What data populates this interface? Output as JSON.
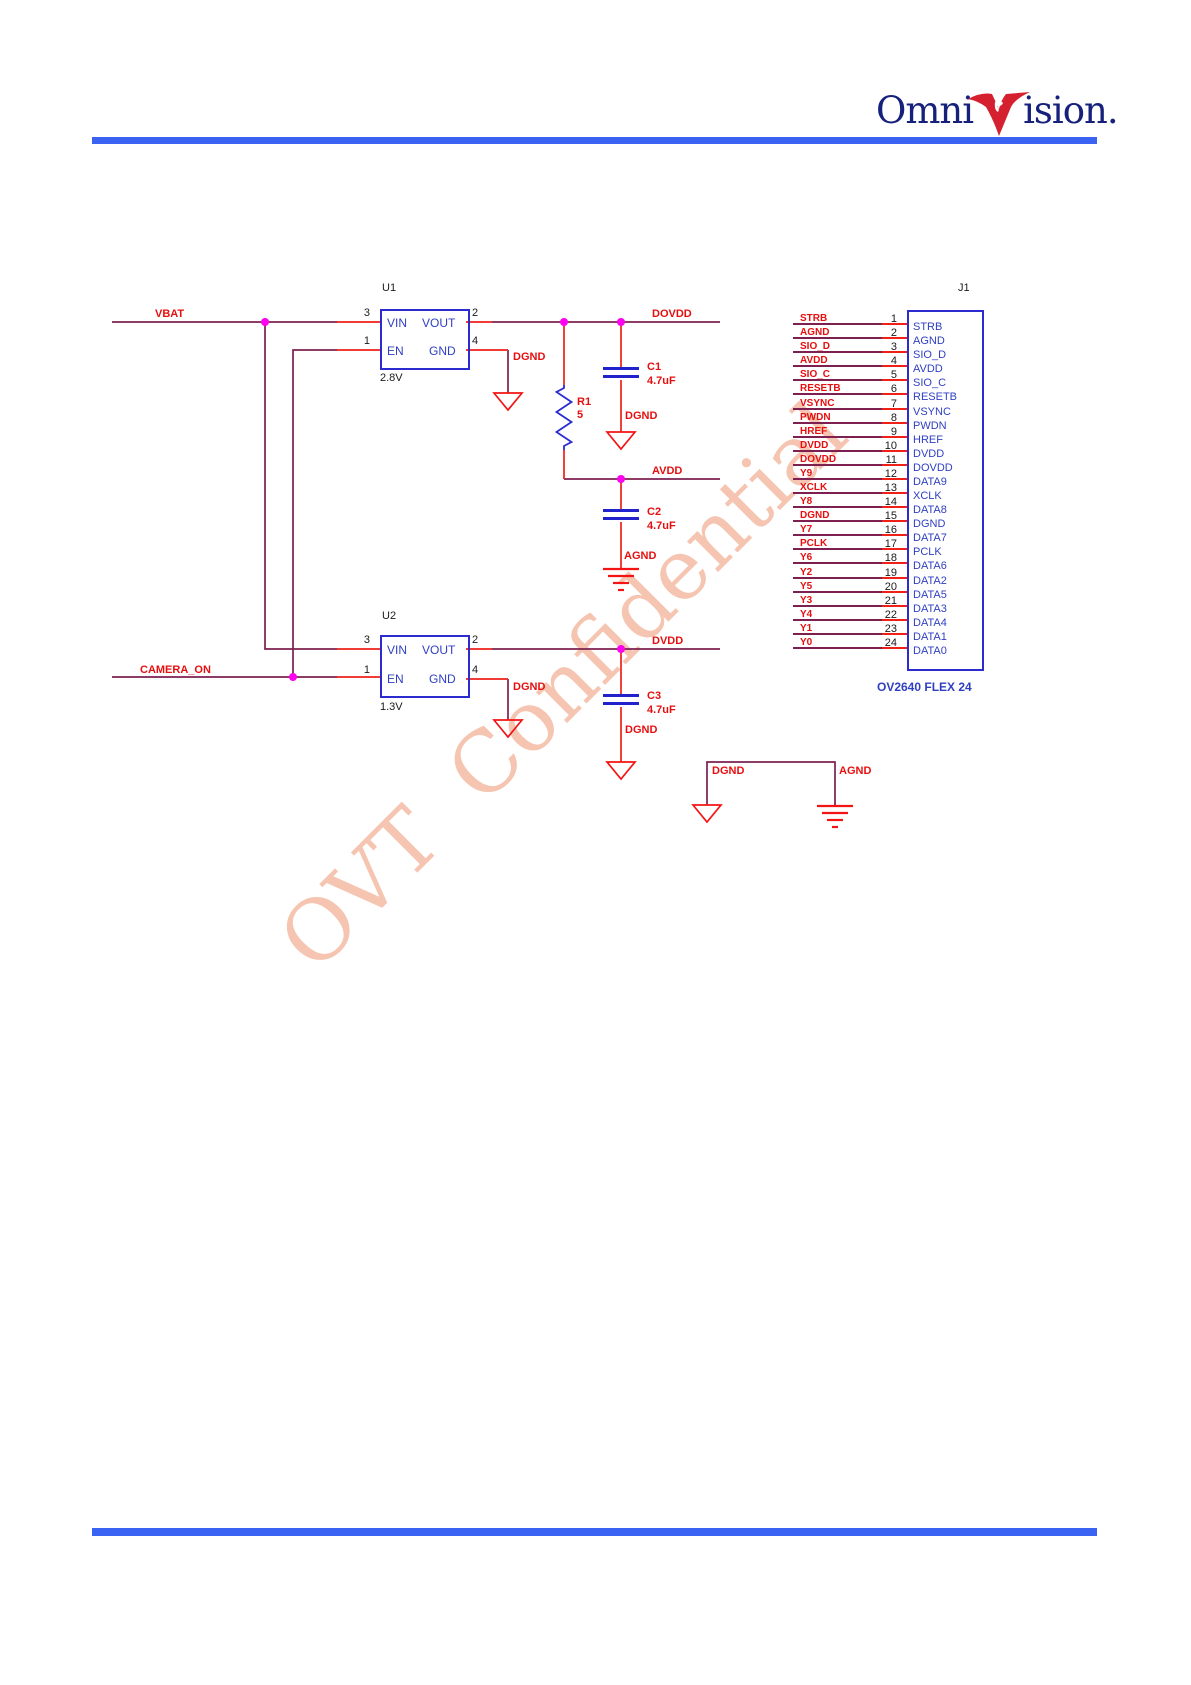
{
  "document": {
    "logo": {
      "text_left": "Omni",
      "mark": "V",
      "text_right": "ision."
    },
    "watermark": "OVT  Confidential"
  },
  "labels": {
    "vbat": "VBAT",
    "camera_on": "CAMERA_ON",
    "dovdd": "DOVDD",
    "avdd": "AVDD",
    "dvdd": "DVDD",
    "dgnd": "DGND",
    "agnd": "AGND"
  },
  "components": {
    "u1": {
      "ref": "U1",
      "value": "2.8V",
      "vin": "VIN",
      "vout": "VOUT",
      "en": "EN",
      "gnd": "GND",
      "pin_vin": "3",
      "pin_en": "1",
      "pin_vout": "2",
      "pin_gnd": "4"
    },
    "u2": {
      "ref": "U2",
      "value": "1.3V",
      "vin": "VIN",
      "vout": "VOUT",
      "en": "EN",
      "gnd": "GND",
      "pin_vin": "3",
      "pin_en": "1",
      "pin_vout": "2",
      "pin_gnd": "4"
    },
    "r1": {
      "ref": "R1",
      "value": "5"
    },
    "c1": {
      "ref": "C1",
      "value": "4.7uF"
    },
    "c2": {
      "ref": "C2",
      "value": "4.7uF"
    },
    "c3": {
      "ref": "C3",
      "value": "4.7uF"
    }
  },
  "j1": {
    "ref": "J1",
    "subtitle": "OV2640 FLEX 24",
    "pins": [
      {
        "num": "1",
        "net": "STRB",
        "name": "STRB"
      },
      {
        "num": "2",
        "net": "AGND",
        "name": "AGND"
      },
      {
        "num": "3",
        "net": "SIO_D",
        "name": "SIO_D"
      },
      {
        "num": "4",
        "net": "AVDD",
        "name": "AVDD"
      },
      {
        "num": "5",
        "net": "SIO_C",
        "name": "SIO_C"
      },
      {
        "num": "6",
        "net": "RESETB",
        "name": "RESETB"
      },
      {
        "num": "7",
        "net": "VSYNC",
        "name": "VSYNC"
      },
      {
        "num": "8",
        "net": "PWDN",
        "name": "PWDN"
      },
      {
        "num": "9",
        "net": "HREF",
        "name": "HREF"
      },
      {
        "num": "10",
        "net": "DVDD",
        "name": "DVDD"
      },
      {
        "num": "11",
        "net": "DOVDD",
        "name": "DOVDD"
      },
      {
        "num": "12",
        "net": "Y9",
        "name": "DATA9"
      },
      {
        "num": "13",
        "net": "XCLK",
        "name": "XCLK"
      },
      {
        "num": "14",
        "net": "Y8",
        "name": "DATA8"
      },
      {
        "num": "15",
        "net": "DGND",
        "name": "DGND"
      },
      {
        "num": "16",
        "net": "Y7",
        "name": "DATA7"
      },
      {
        "num": "17",
        "net": "PCLK",
        "name": "PCLK"
      },
      {
        "num": "18",
        "net": "Y6",
        "name": "DATA6"
      },
      {
        "num": "19",
        "net": "Y2",
        "name": "DATA2"
      },
      {
        "num": "20",
        "net": "Y5",
        "name": "DATA5"
      },
      {
        "num": "21",
        "net": "Y3",
        "name": "DATA3"
      },
      {
        "num": "22",
        "net": "Y4",
        "name": "DATA4"
      },
      {
        "num": "23",
        "net": "Y1",
        "name": "DATA1"
      },
      {
        "num": "24",
        "net": "Y0",
        "name": "DATA0"
      }
    ]
  },
  "colors": {
    "rule_blue": "#3a63f3",
    "wire": "#7d2050",
    "pin_red": "#ee2017",
    "label_red": "#e60f0f",
    "symbol_blue": "#2b2bd0",
    "text_blue": "#2f3fc2",
    "junction_magenta": "#ff00f0",
    "logo_navy": "#16217c",
    "logo_red": "#d5202f",
    "watermark_pink": "#f4bca4"
  }
}
